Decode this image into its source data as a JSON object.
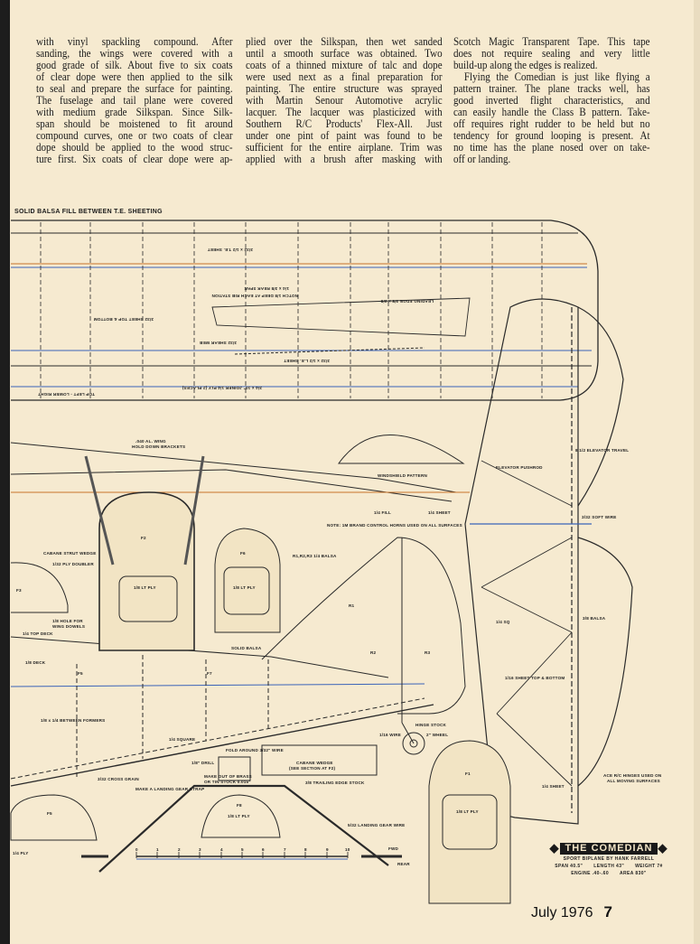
{
  "article": {
    "columns": [
      {
        "lines": [
          {
            "t": "with vinyl spackling compound. After"
          },
          {
            "t": "sanding, the wings were covered with a"
          },
          {
            "t": "good grade of silk. About five to six coats"
          },
          {
            "t": "of clear dope were then applied to the silk"
          },
          {
            "t": "to seal and prepare the surface for painting."
          },
          {
            "t": "The fuselage and tail plane were covered"
          },
          {
            "t": "with medium grade Silkspan. Since Silk-"
          },
          {
            "t": "span should be moistened to fit around"
          },
          {
            "t": "compound curves, one or two coats of clear"
          },
          {
            "t": "dope should be applied to the wood struc-"
          },
          {
            "t": "ture first. Six coats of clear dope were ap-"
          }
        ]
      },
      {
        "lines": [
          {
            "t": "plied over the Silkspan, then wet sanded"
          },
          {
            "t": "until a smooth surface was obtained. Two"
          },
          {
            "t": "coats of a thinned mixture of talc and dope"
          },
          {
            "t": "were used next as a final preparation for"
          },
          {
            "t": "painting. The entire structure was sprayed"
          },
          {
            "t": "with Martin Senour Automotive acrylic"
          },
          {
            "t": "lacquer. The lacquer was plasticized with"
          },
          {
            "t": "Southern R/C Products' Flex-All. Just"
          },
          {
            "t": "under one pint of paint was found to be"
          },
          {
            "t": "sufficient for the entire airplane. Trim was"
          },
          {
            "t": "applied with a brush after masking with"
          }
        ]
      },
      {
        "lines": [
          {
            "t": "Scotch Magic Transparent Tape. This tape"
          },
          {
            "t": "does not require sealing and very little"
          },
          {
            "t": "build-up along the edges is realized."
          },
          {
            "t": "Flying the Comedian is just like flying a"
          },
          {
            "t": "pattern trainer. The plane tracks well, has"
          },
          {
            "t": "good inverted flight characteristics, and"
          },
          {
            "t": "can easily handle the Class B pattern. Take-"
          },
          {
            "t": "off requires right rudder to be held but no"
          },
          {
            "t": "tendency for ground looping is present. At"
          },
          {
            "t": "no time has the plane nosed over on take-"
          },
          {
            "t": "off or landing."
          }
        ]
      }
    ]
  },
  "plan": {
    "labels": [
      "SOLID BALSA FILL BETWEEN T.E. SHEETING",
      "3/32 x 1/2 T.E. SHEET",
      "1/4 x 3/8 REAR SPAR",
      "NOTCH 1/8 DEEP AT EACH RIB STATION",
      "3/32 SHEET TOP & BOTTOM",
      "3/32 SHEAR WEB",
      "3/32 x 1/2 L.E. SHEET",
      "3/4 x 10\" JOINER 1/4 PLY (2 PLACES)",
      "TOP LEFT - LOWER RIGHT",
      "LEADING EDGE 3/8 x 3/8",
      ".040 AL. WING",
      "HOLD DOWN BRACKETS",
      "WINDSHIELD PATTERN",
      "1/4 FILL",
      "1/4 SHEET",
      "NOTE: 1M BRAND CONTROL HORNS USED ON ALL SURFACES",
      "CABANE STRUT WEDGE",
      "1/32 PLY DOUBLER",
      "F2",
      "1/8 LT PLY",
      "F6",
      "1/8 LT PLY",
      "R1,R2,R3 1/4 BALSA",
      "F3",
      "1/8 HOLE FOR",
      "WING DOWELS",
      "1/4 TOP DECK",
      "SOLID BALSA",
      "R1",
      "R2",
      "R3",
      "1/8 DECK",
      "F5",
      "F7",
      "1/8 x 1/4 BETWEEN FORMERS",
      "1/4 SQUARE",
      "3/32 CROSS GRAIN",
      "HINGE STOCK",
      "1/16 WIRE",
      "2\" WHEEL",
      "FOLD AROUND 3/32\" WIRE",
      "1/8\" DRILL",
      "MAKE OUT OF BRASS",
      "OR TIN STOCK 0.015\"",
      "MAKE A LANDING GEAR STRAP",
      "CABANE WEDGE",
      "(SEE SECTION AT F2)",
      "3/8 TRAILING EDGE STOCK",
      "F8",
      "1/8 LT PLY",
      "F5",
      "F1",
      "1/8 LT PLY",
      "5/32 LANDING GEAR WIRE",
      "FWD",
      "REAR",
      "1/4 PLY",
      "8 1/2 ELEVATOR TRAVEL",
      "ELEVATOR PUSHROD",
      "3/32 SOFT WIRE",
      "3/8 BALSA",
      "1/4 SQ",
      "1/16 SHEET TOP & BOTTOM",
      "1/4 SHEET",
      "ACE R/C HINGES USED ON",
      "ALL MOVING SURFACES"
    ],
    "scale_ticks": [
      "0",
      "1",
      "2",
      "3",
      "4",
      "5",
      "6",
      "7",
      "8",
      "9",
      "10"
    ]
  },
  "title_block": {
    "title": "THE COMEDIAN",
    "subtitle": "SPORT BIPLANE BY HANK FARRELL",
    "span": "SPAN 40.5\"",
    "length": "LENGTH 43\"",
    "weight": "WEIGHT 7#",
    "engine": "ENGINE .40-.60",
    "area": "AREA 830\""
  },
  "footer": {
    "issue": "July 1976",
    "page": "7"
  },
  "colors": {
    "paper": "#f6ead0",
    "ink": "#1a1a1a",
    "blue_line": "#3a63b8",
    "orange_line": "#c8742a"
  }
}
